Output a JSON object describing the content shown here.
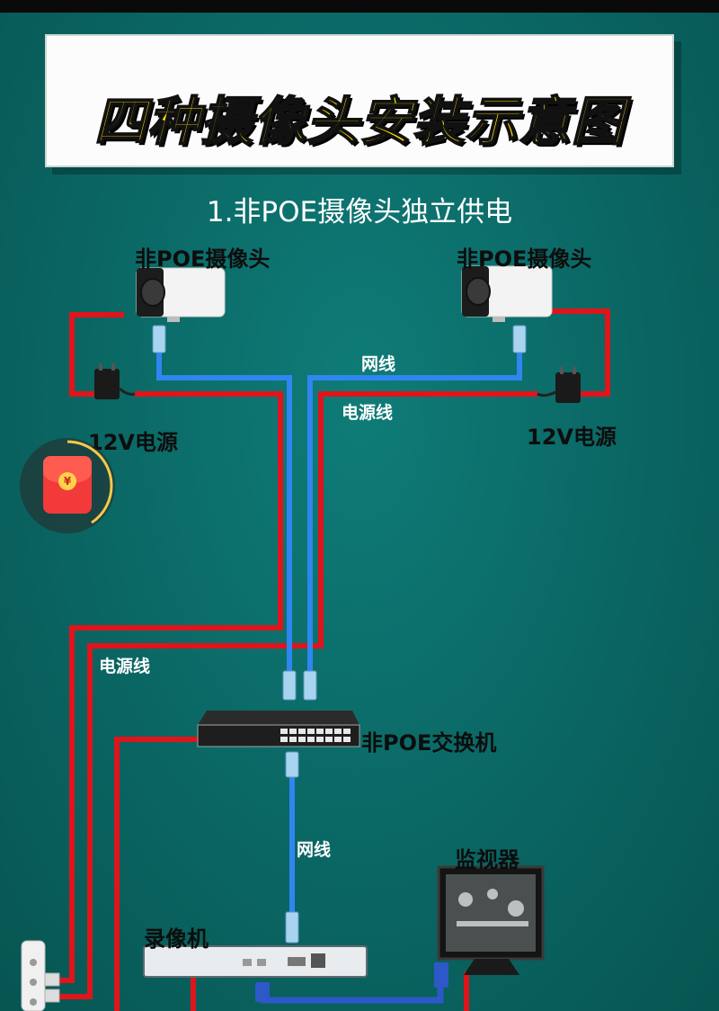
{
  "title": "四种摄像头安装示意图",
  "section_title": "1.非POE摄像头独立供电",
  "cameras": {
    "left_label": "非POE摄像头",
    "right_label": "非POE摄像头"
  },
  "power_supplies": {
    "left_label": "12V电源",
    "right_label": "12V电源"
  },
  "wires": {
    "network_top": "网线",
    "power_top": "电源线",
    "power_left": "电源线",
    "network_mid": "网线"
  },
  "devices": {
    "switch_label": "非POE交换机",
    "nvr_label": "录像机",
    "monitor_label": "监视器"
  },
  "colors": {
    "background": "#0b6f6c",
    "power_wire": "#e0141b",
    "network_wire": "#2f86f0",
    "title_text": "#ffe000"
  },
  "overlay": {
    "red_packet_icon": "red-envelope-icon"
  }
}
